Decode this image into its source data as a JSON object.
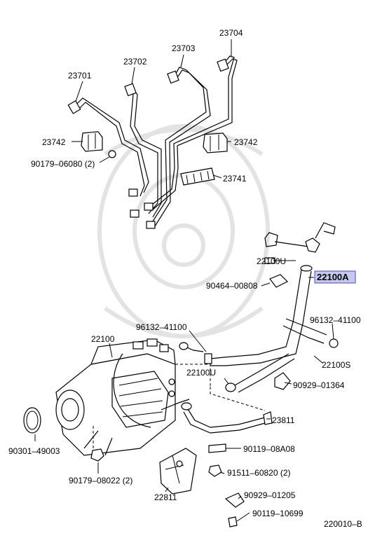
{
  "diagram": {
    "footer_code": "220010–B",
    "highlight_color": "#c6c8f0",
    "labels": {
      "p23704": "23704",
      "p23703": "23703",
      "p23702": "23702",
      "p23701": "23701",
      "p23742_left": "23742",
      "p23742_right": "23742",
      "p90179_06080": "90179–06080 (2)",
      "p23741": "23741",
      "p22100U_top": "22100U",
      "p22100A": "22100A",
      "p90464_00808": "90464–00808",
      "p96132_41100_left": "96132–41100",
      "p96132_41100_right": "96132–41100",
      "p22100": "22100",
      "p22100S": "22100S",
      "p22100U_mid": "22100U",
      "p90929_01364": "90929–01364",
      "p23811": "23811",
      "p90301_49003": "90301–49003",
      "p90119_08A08": "90119–08A08",
      "p91511_60820": "91511–60820 (2)",
      "p90179_08022": "90179–08022 (2)",
      "p22811": "22811",
      "p90929_01205": "90929–01205",
      "p90119_10699": "90119–10699"
    }
  }
}
